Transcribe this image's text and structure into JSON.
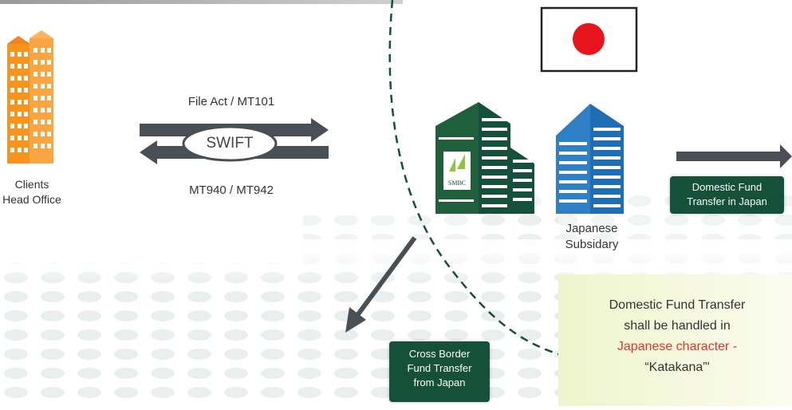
{
  "client": {
    "label_line1": "Clients",
    "label_line2": "Head Office"
  },
  "swift": {
    "label": "SWIFT",
    "outbound_label": "File Act / MT101",
    "inbound_label": "MT940 / MT942"
  },
  "japan": {
    "flag": "japan-flag",
    "bank_logo": "SMBC",
    "subsidiary_line1": "Japanese",
    "subsidiary_line2": "Subsidary",
    "domestic_box_line1": "Domestic Fund",
    "domestic_box_line2": "Transfer in Japan"
  },
  "cross_border": {
    "line1": "Cross Border",
    "line2": "Fund Transfer",
    "line3": "from Japan"
  },
  "note": {
    "line1": "Domestic Fund Transfer",
    "line2": "shall be handled in",
    "line3": "Japanese character -",
    "line4": "“Katakana”'"
  },
  "colors": {
    "dark_green": "#14503a",
    "bldg_orange": "#f7941e",
    "bldg_blue": "#2f7fc4",
    "arrow_gray": "#4a4f55",
    "flag_red": "#e8141b",
    "note_red": "#e8322a"
  }
}
